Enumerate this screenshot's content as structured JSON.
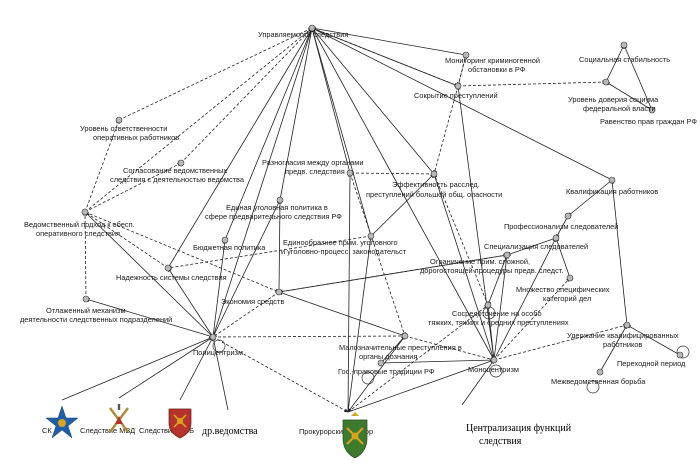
{
  "labels": {
    "upravlyaemost": "Управляемость следствия",
    "monitoring_1": "Мониторинг криминогенной",
    "monitoring_2": "обстановки в РФ",
    "social_stab": "Социальная стабильность",
    "sokrytie": "Сокрытие преступлений",
    "doverie_1": "Уровень доверия социума",
    "doverie_2": "федеральной власти",
    "ravenstvo": "Равенство прав граждан РФ",
    "otvetstv_1": "Уровень ответственности",
    "otvetstv_2": "оперативных работников",
    "soglas_1": "Согласование ведомственных",
    "soglas_2": "следствия с деятельностью ведомства",
    "raznoglas_1": "Разногласия между органами",
    "raznoglas_2": "предв. следствия",
    "effekt_1": "Эффективность расслед.",
    "effekt_2": "преступлений большой общ. опасности",
    "kvalif": "Квалификация работников",
    "vedpodhod_1": "Ведомственный подход к обесп.",
    "vedpodhod_2": "оперативного следствия",
    "edinaya_1": "Единая уголовная политика в",
    "edinaya_2": "сфере предварительного следствия РФ",
    "profession": "Профессионализм следователей",
    "budget": "Бюджетная политика",
    "edinoobr_1": "Единообразное прим. уголовного",
    "edinoobr_2": "и уголовно-процесс. законодательст",
    "special": "Специализация следователей",
    "ogranich_1": "Ограничение прим. сложной,",
    "ogranich_2": "дорогостоящей процедуры предв. следст.",
    "nadezh": "Надежность системы следствия",
    "mnozh_1": "Множество специфических",
    "mnozh_2": "категорий дел",
    "ekonomiya": "Экономия средств",
    "otlazh_1": "Отлаженный механизм",
    "otlazh_2": "деятельности следственных подразделений",
    "sosredot_1": "Сосредоточение на особо",
    "sosredot_2": "тяжких, тяжких и средних преступлениях",
    "uderzh_1": "Удержание квалифицированных",
    "uderzh_2": "работников",
    "policentrizm": "Полицентризм",
    "malozn_1": "Малозначительные преступления в",
    "malozn_2": "органы дознания",
    "perehod": "Переходной период",
    "gos_trad": "Гос.-правовые традиции РФ",
    "monocentrizm": "Моноцентризм",
    "mezhved": "Межведомственная борьба",
    "sk": "СК",
    "mvd": "Следствие МВД",
    "fsb": "Следствие ФСБ",
    "drved": "др.ведомства",
    "prokuror": "Прокурорский надзор",
    "central_1": "Централизация функций",
    "central_2": "следствия"
  },
  "colors": {
    "node_fill": "#b9b9b9",
    "emblem_blue": "#1f5fa8",
    "emblem_gold": "#d9a520",
    "emblem_green": "#3e7a2e",
    "emblem_red": "#b5332a"
  },
  "icons": [
    "sk-emblem-icon",
    "mvd-emblem-icon",
    "fsb-emblem-icon",
    "prokuror-emblem-icon"
  ]
}
